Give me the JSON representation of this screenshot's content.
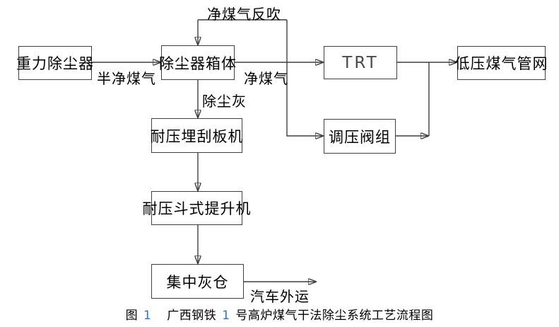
{
  "diagram": {
    "nodes": {
      "gravity_duster": "重力除尘器",
      "duster_box": "除尘器箱体",
      "trt": "TRT",
      "lp_gas_network": "低压煤气管网",
      "pressure_valve_group": "调压阀组",
      "scraper_conveyor": "耐压埋刮板机",
      "bucket_elevator": "耐压斗式提升机",
      "ash_bin": "集中灰仓"
    },
    "edge_labels": {
      "clean_gas_backflush": "净煤气反吹",
      "semi_clean_gas": "半净煤气",
      "clean_gas": "净煤气",
      "dust_ash": "除尘灰",
      "truck_transport": "汽车外运"
    },
    "caption": {
      "part1": "图",
      "num1": "1",
      "part2": "广西钢铁",
      "num2": "1",
      "part3": "号高炉煤气干法除尘系统工艺流程图"
    },
    "colors": {
      "line": "#3f3f3f",
      "text": "#000000",
      "accent_blue": "#2e75b6",
      "background": "#ffffff"
    }
  }
}
